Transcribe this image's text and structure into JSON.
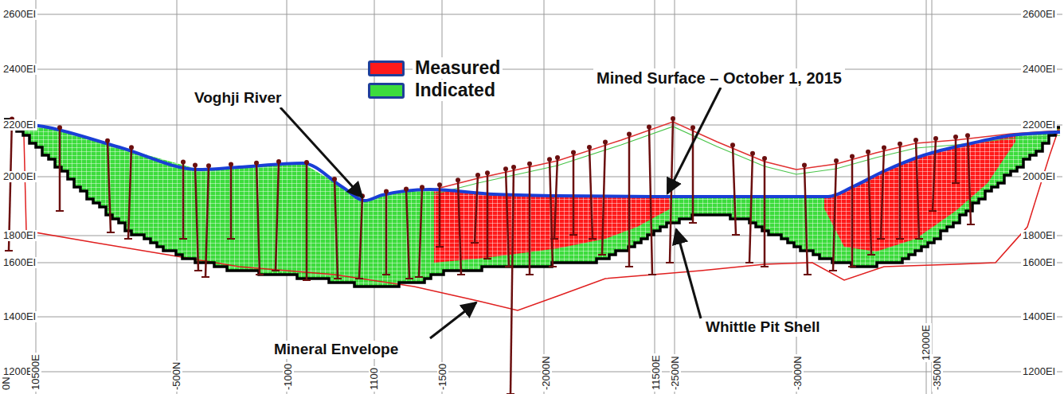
{
  "diagram": {
    "labels": [
      "Voghji River",
      "Mined Surface – October 1, 2015",
      "Whittle Pit Shell",
      "Mineral Envelope",
      "2600EI",
      "2400EI",
      "2200EI",
      "2000EI",
      "1800EI",
      "1600EI",
      "1400EI",
      "1200EI",
      "2600EI",
      "2400EI",
      "2200EI",
      "2000EI",
      "1800EI",
      "1600EI",
      "1400EI",
      "1200EI",
      "0N",
      "10500E",
      "-500N",
      "-1000",
      "1100",
      "-1500",
      "-2000N",
      "11500E",
      "-2500N",
      "-3000N",
      "12000E",
      "-3500N"
    ],
    "legend": [
      {
        "text": "Measured",
        "color": "#ff1a1a"
      },
      {
        "text": "Indicated",
        "color": "#3ddc3d"
      }
    ]
  }
}
